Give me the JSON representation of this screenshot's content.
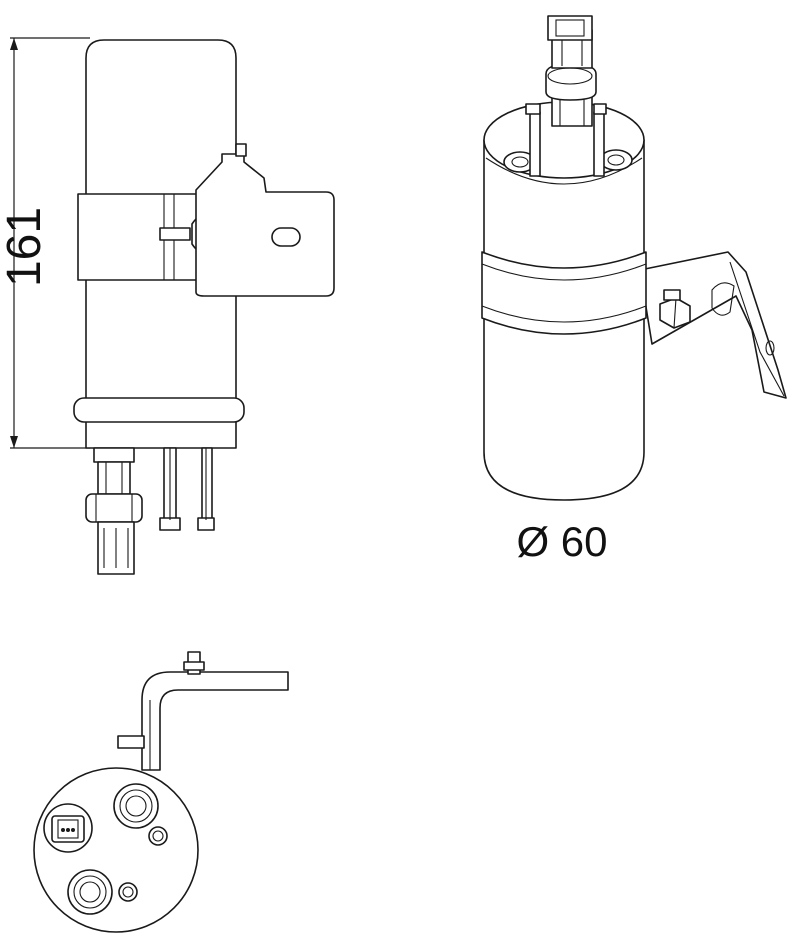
{
  "dimensions": {
    "height_label": "161",
    "diameter_label": "Ø 60"
  },
  "views": [
    "side-view",
    "isometric-view",
    "top-view"
  ]
}
